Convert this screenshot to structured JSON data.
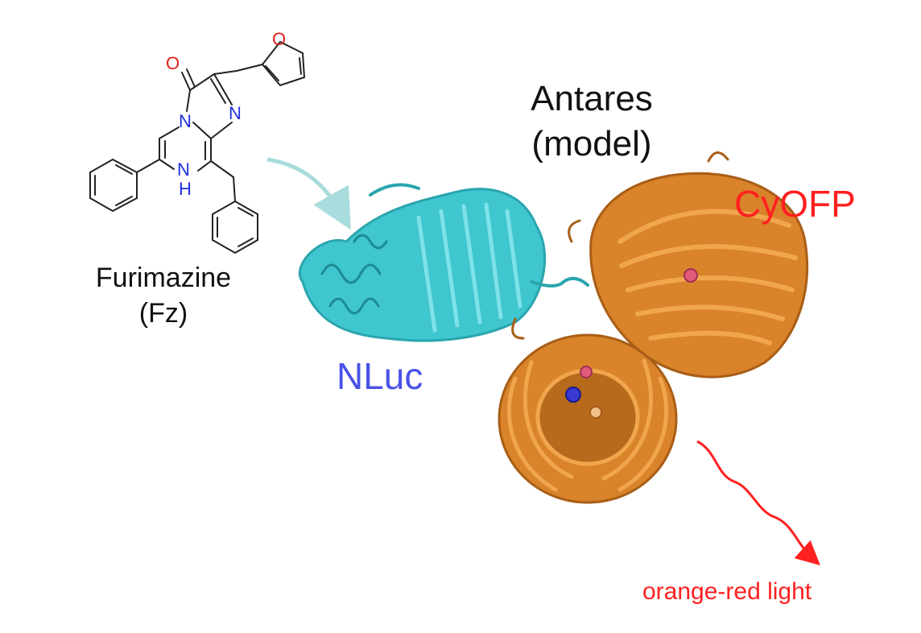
{
  "molecule": {
    "name": "Furimazine",
    "abbrev": "(Fz)",
    "atoms": {
      "oxygen": "O",
      "nitrogen": "N",
      "nh_n": "N",
      "nh_h": "H"
    }
  },
  "proteins": {
    "construct_name": "Antares",
    "construct_note": "(model)",
    "luciferase": "NLuc",
    "fluorescent_protein": "CyOFP"
  },
  "emission": {
    "label": "orange-red light"
  },
  "colors": {
    "nitrogen": "#1f2fe0",
    "oxygen": "#e0201a",
    "nluc": "#3fc6cf",
    "cyofp": "#d9832a",
    "nluc_label": "#4b52e8",
    "light": "#ff2020",
    "substrate_arrow": "#a9dcdc"
  }
}
